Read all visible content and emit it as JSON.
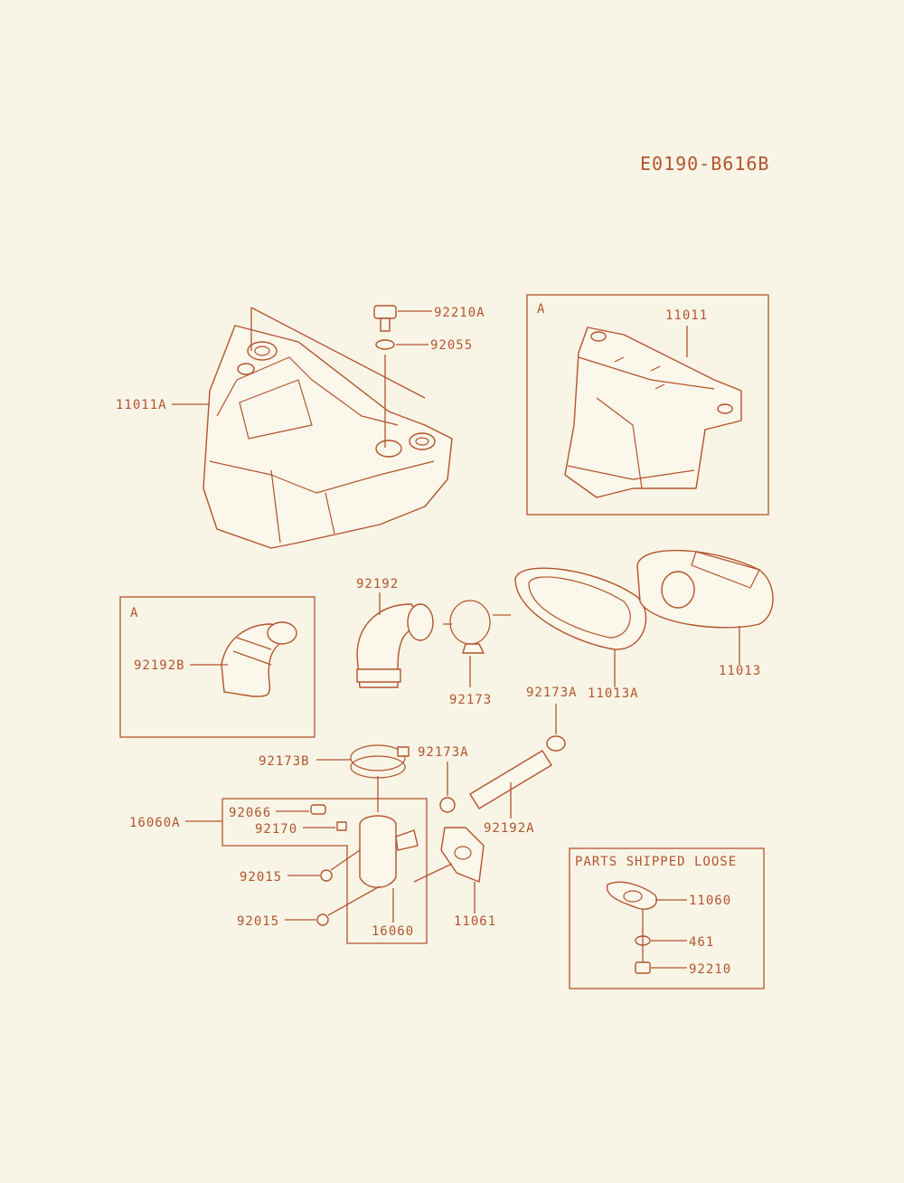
{
  "diagram_code": "E0190-B616B",
  "inset_box_label": "A",
  "loose_box_title": "PARTS SHIPPED LOOSE",
  "labels": {
    "p92210A": "92210A",
    "p92055": "92055",
    "p11011A": "11011A",
    "p11011": "11011",
    "p92192": "92192",
    "p92192B": "92192B",
    "p92173": "92173",
    "p92173A_top": "92173A",
    "p11013A": "11013A",
    "p11013": "11013",
    "p92173B": "92173B",
    "p92173A_mid": "92173A",
    "p92066": "92066",
    "p92170": "92170",
    "p16060A": "16060A",
    "p92192A": "92192A",
    "p92015_a": "92015",
    "p92015_b": "92015",
    "p16060": "16060",
    "p11061": "11061",
    "p11060": "11060",
    "p461": "461",
    "p92210": "92210"
  },
  "colors": {
    "line": "#b3542f",
    "background": "#f8f5e6"
  }
}
